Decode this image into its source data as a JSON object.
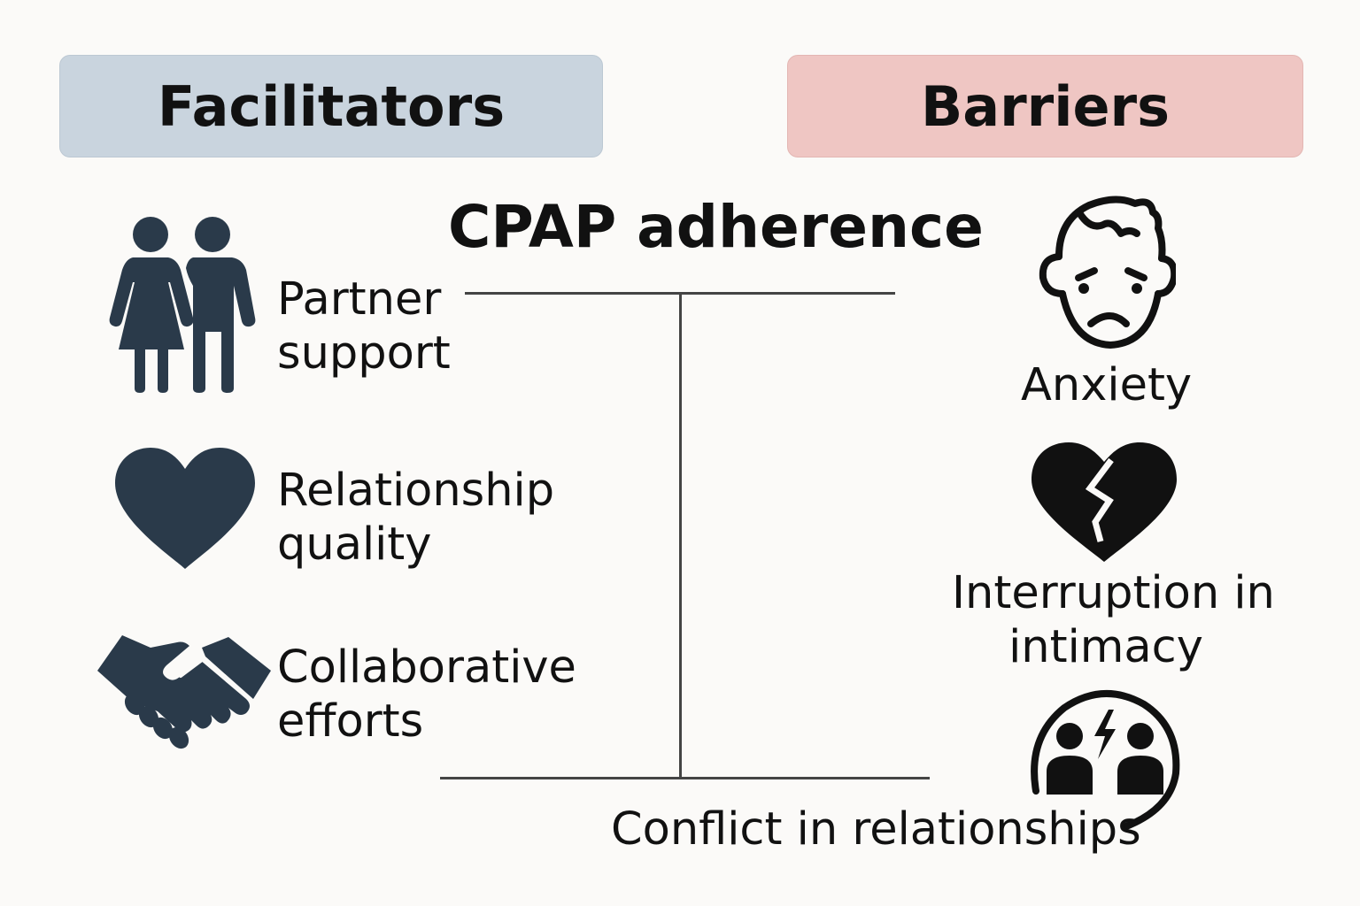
{
  "headers": {
    "facilitators": "Facilitators",
    "barriers": "Barriers"
  },
  "title": "CPAP adherence",
  "facilitators": [
    {
      "line1": "Partner",
      "line2": "support",
      "icon": "couple-icon"
    },
    {
      "line1": "Relationship",
      "line2": "quality",
      "icon": "heart-icon"
    },
    {
      "line1": "Collaborative",
      "line2": "efforts",
      "icon": "handshake-icon"
    }
  ],
  "barriers": [
    {
      "label": "Anxiety",
      "icon": "worried-face-icon"
    },
    {
      "line1": "Interruption in",
      "line2": "intimacy",
      "icon": "broken-heart-icon"
    },
    {
      "label": "Conflict in relationships",
      "icon": "conflict-people-icon"
    }
  ],
  "colors": {
    "facilitator_header": "#c9d4de",
    "barrier_header": "#efc6c3",
    "facilitator_icon": "#2a3a4a",
    "barrier_icon": "#111111",
    "line": "#444444",
    "background": "#fbfaf8"
  }
}
